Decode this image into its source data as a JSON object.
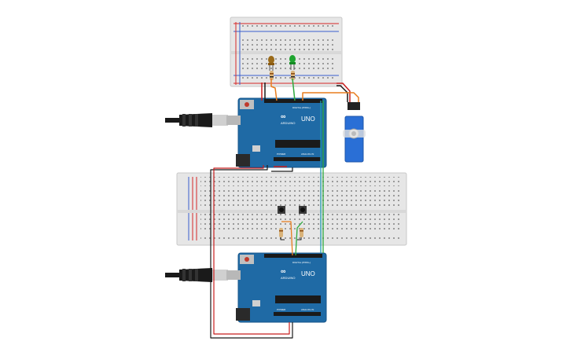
{
  "canvas": {
    "title": "",
    "components": [
      {
        "kind": "breadboard-small"
      },
      {
        "kind": "breadboard-full"
      },
      {
        "kind": "arduino-uno",
        "brand": "ARDUINO",
        "model": "UNO"
      },
      {
        "kind": "arduino-uno",
        "brand": "ARDUINO",
        "model": "UNO"
      },
      {
        "kind": "servo-motor"
      },
      {
        "kind": "led",
        "color": "#8a5a10"
      },
      {
        "kind": "led",
        "color": "#1a9a2a"
      },
      {
        "kind": "pushbutton"
      },
      {
        "kind": "pushbutton"
      },
      {
        "kind": "usb-cable"
      },
      {
        "kind": "usb-cable"
      }
    ],
    "board_labels": {
      "brand": "ARDUINO",
      "model": "UNO",
      "digital": "DIGITAL (PWM~)",
      "power": "POWER",
      "analog": "ANALOG IN"
    },
    "colors": {
      "board": "#1f6aa5",
      "board_dark": "#17568a",
      "breadboard": "#e8e8e8",
      "rail_red": "#d62828",
      "rail_blue": "#3a5fcd",
      "wire_orange": "#e87d1e",
      "wire_green": "#2eaa3e",
      "wire_teal": "#1f9ab0",
      "wire_black": "#1a1a1a",
      "wire_red": "#c81e1e",
      "servo_blue": "#2a6fd6"
    }
  }
}
